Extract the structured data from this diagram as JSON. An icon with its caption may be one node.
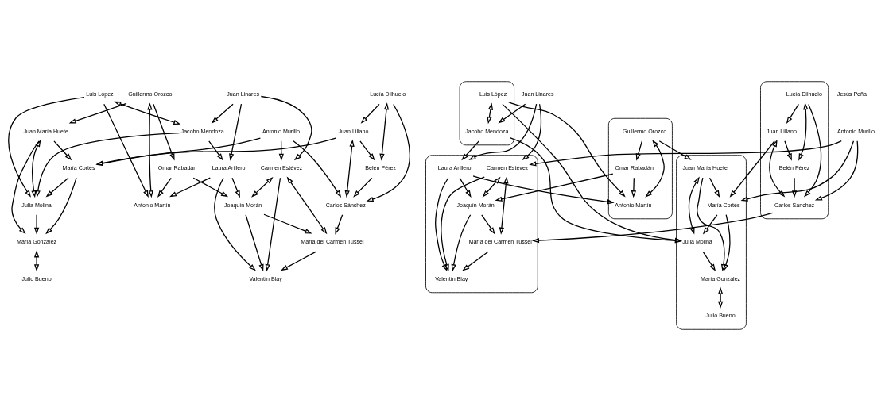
{
  "diagram": {
    "nodes": [
      {
        "text": [
          "Guillermo Orozco"
        ]
      },
      {
        "text": [
          "Juan María Huete"
        ]
      },
      {
        "text": [
          "Omar Rabadán"
        ]
      },
      {
        "text": [
          "Luis López"
        ]
      },
      {
        "text": [
          "María González"
        ]
      },
      {
        "text": [
          "Julia Molina"
        ]
      },
      {
        "text": [
          "Antonio Martín"
        ]
      },
      {
        "text": [
          "Jacobo Mendoza"
        ]
      },
      {
        "text": [
          "Julio Bueno"
        ]
      },
      {
        "text": [
          "María Cortés"
        ]
      },
      {
        "text": [
          "Laura Arillero"
        ]
      },
      {
        "text": [
          "Juan Linares"
        ]
      },
      {
        "text": [
          "Juan Lillano"
        ]
      },
      {
        "text": [
          "Antonio Murillo"
        ]
      },
      {
        "text": [
          "Carmen Estévez"
        ]
      },
      {
        "text": [
          "Valentín Blay"
        ]
      },
      {
        "text": [
          "Joaquín Morán"
        ]
      },
      {
        "text": [
          "Belén Pérez"
        ]
      },
      {
        "text": [
          "Carlos Sánchez"
        ]
      },
      {
        "text": [
          "Lucía Dilhuelo"
        ]
      },
      {
        "text": [
          "María del Carmen Tussel"
        ]
      },
      {
        "text": [],
        "shape": "ellipse"
      },
      {
        "text": [
          "Juan María Huete"
        ],
        "in": 21
      },
      {
        "text": [
          "María González"
        ],
        "in": 21
      },
      {
        "text": [
          "Julia Molina"
        ],
        "in": 21
      },
      {
        "text": [
          "Julio Bueno"
        ],
        "in": 21
      },
      {
        "text": [
          "María Cortés"
        ],
        "in": 21
      },
      {
        "text": [],
        "shape": "ellipse"
      },
      {
        "text": [
          "Luis López"
        ],
        "in": 27
      },
      {
        "text": [
          "Jacobo Mendoza"
        ],
        "in": 27
      },
      {
        "text": [],
        "shape": "ellipse"
      },
      {
        "text": [
          "Guillermo Orozco"
        ],
        "in": 30
      },
      {
        "text": [
          "Omar Rabadán"
        ],
        "in": 30
      },
      {
        "text": [
          "Antonio Martín"
        ],
        "in": 30
      },
      {
        "text": [],
        "shape": "ellipse"
      },
      {
        "text": [
          "Laura Arillero"
        ],
        "in": 34
      },
      {
        "text": [
          "Valentín Blay"
        ],
        "in": 34
      },
      {
        "text": [
          "Carmen Estévez"
        ],
        "in": 34
      },
      {
        "text": [
          "Joaquín Morán"
        ],
        "in": 34
      },
      {
        "text": [
          "María del Carmen Tussel"
        ],
        "in": 34
      },
      {
        "text": [
          "Juan Linares"
        ]
      },
      {
        "text": [
          "Antonio Murillo"
        ]
      },
      {
        "text": [],
        "shape": "ellipse"
      },
      {
        "text": [
          "Juan Lillano"
        ],
        "in": 42
      },
      {
        "text": [
          "Belén Pérez"
        ],
        "in": 42
      },
      {
        "text": [
          "Carlos Sánchez"
        ],
        "in": 42
      },
      {
        "text": [
          "Lucía Dilhuelo"
        ],
        "in": 42
      },
      {
        "text": [
          "Jesús Peña"
        ]
      }
    ],
    "edges": [
      {
        "from": 0,
        "to": 1,
        "arrow": "to"
      },
      {
        "from": 0,
        "to": 2,
        "arrow": "to"
      },
      {
        "from": 0,
        "to": 6,
        "arrow": "both"
      },
      {
        "from": 2,
        "to": 6,
        "arrow": "to"
      },
      {
        "from": 2,
        "to": 16,
        "arrow": "to"
      },
      {
        "from": 3,
        "to": 6,
        "arrow": "to"
      },
      {
        "from": 3,
        "to": 5,
        "arrow": "to"
      },
      {
        "from": 3,
        "to": 7,
        "arrow": "both"
      },
      {
        "from": 7,
        "to": 5,
        "arrow": "to"
      },
      {
        "from": 7,
        "to": 10,
        "arrow": "to"
      },
      {
        "from": 10,
        "to": 6,
        "arrow": "to"
      },
      {
        "from": 11,
        "to": 7,
        "arrow": "to"
      },
      {
        "from": 11,
        "to": 10,
        "arrow": "to"
      },
      {
        "from": 11,
        "to": 14,
        "arrow": "to"
      },
      {
        "from": 10,
        "to": 15,
        "arrow": "to"
      },
      {
        "from": 10,
        "to": 16,
        "arrow": "to"
      },
      {
        "from": 14,
        "to": 15,
        "arrow": "to"
      },
      {
        "from": 14,
        "to": 16,
        "arrow": "both"
      },
      {
        "from": 16,
        "to": 15,
        "arrow": "to"
      },
      {
        "from": 20,
        "to": 15,
        "arrow": "to"
      },
      {
        "from": 16,
        "to": 20,
        "arrow": "to"
      },
      {
        "from": 14,
        "to": 20,
        "arrow": "both"
      },
      {
        "from": 13,
        "to": 14,
        "arrow": "to"
      },
      {
        "from": 13,
        "to": 9,
        "arrow": "to"
      },
      {
        "from": 13,
        "to": 18,
        "arrow": "to"
      },
      {
        "from": 12,
        "to": 9,
        "arrow": "to"
      },
      {
        "from": 12,
        "to": 17,
        "arrow": "to"
      },
      {
        "from": 12,
        "to": 18,
        "arrow": "both"
      },
      {
        "from": 17,
        "to": 18,
        "arrow": "to"
      },
      {
        "from": 19,
        "to": 12,
        "arrow": "to"
      },
      {
        "from": 19,
        "to": 17,
        "arrow": "both"
      },
      {
        "from": 19,
        "to": 18,
        "arrow": "to"
      },
      {
        "from": 18,
        "to": 20,
        "arrow": "to"
      },
      {
        "from": 9,
        "to": 5,
        "arrow": "to"
      },
      {
        "from": 9,
        "to": 4,
        "arrow": "to"
      },
      {
        "from": 5,
        "to": 4,
        "arrow": "to"
      },
      {
        "from": 1,
        "to": 9,
        "arrow": "to"
      },
      {
        "from": 1,
        "to": 5,
        "arrow": "both"
      },
      {
        "from": 1,
        "to": 4,
        "arrow": "to"
      },
      {
        "from": 4,
        "to": 8,
        "arrow": "both"
      },
      {
        "from": 31,
        "to": 22,
        "arrow": "to"
      },
      {
        "from": 31,
        "to": 32,
        "arrow": "to"
      },
      {
        "from": 31,
        "to": 33,
        "arrow": "both"
      },
      {
        "from": 32,
        "to": 33,
        "arrow": "to"
      },
      {
        "from": 32,
        "to": 38,
        "arrow": "to"
      },
      {
        "from": 28,
        "to": 33,
        "arrow": "to"
      },
      {
        "from": 28,
        "to": 24,
        "arrow": "to"
      },
      {
        "from": 28,
        "to": 29,
        "arrow": "both"
      },
      {
        "from": 29,
        "to": 24,
        "arrow": "to"
      },
      {
        "from": 29,
        "to": 35,
        "arrow": "to"
      },
      {
        "from": 35,
        "to": 33,
        "arrow": "to"
      },
      {
        "from": 40,
        "to": 29,
        "arrow": "to"
      },
      {
        "from": 40,
        "to": 35,
        "arrow": "to"
      },
      {
        "from": 40,
        "to": 37,
        "arrow": "to"
      },
      {
        "from": 35,
        "to": 36,
        "arrow": "to"
      },
      {
        "from": 35,
        "to": 38,
        "arrow": "to"
      },
      {
        "from": 37,
        "to": 36,
        "arrow": "to"
      },
      {
        "from": 37,
        "to": 38,
        "arrow": "both"
      },
      {
        "from": 38,
        "to": 36,
        "arrow": "to"
      },
      {
        "from": 39,
        "to": 36,
        "arrow": "to"
      },
      {
        "from": 38,
        "to": 39,
        "arrow": "to"
      },
      {
        "from": 37,
        "to": 39,
        "arrow": "both"
      },
      {
        "from": 41,
        "to": 37,
        "arrow": "to"
      },
      {
        "from": 41,
        "to": 26,
        "arrow": "to"
      },
      {
        "from": 41,
        "to": 45,
        "arrow": "to"
      },
      {
        "from": 43,
        "to": 26,
        "arrow": "to"
      },
      {
        "from": 43,
        "to": 44,
        "arrow": "to"
      },
      {
        "from": 43,
        "to": 45,
        "arrow": "both"
      },
      {
        "from": 44,
        "to": 45,
        "arrow": "to"
      },
      {
        "from": 46,
        "to": 43,
        "arrow": "to"
      },
      {
        "from": 46,
        "to": 44,
        "arrow": "both"
      },
      {
        "from": 46,
        "to": 45,
        "arrow": "to"
      },
      {
        "from": 45,
        "to": 39,
        "arrow": "to"
      },
      {
        "from": 26,
        "to": 24,
        "arrow": "to"
      },
      {
        "from": 26,
        "to": 23,
        "arrow": "to"
      },
      {
        "from": 24,
        "to": 23,
        "arrow": "to"
      },
      {
        "from": 22,
        "to": 26,
        "arrow": "to"
      },
      {
        "from": 22,
        "to": 24,
        "arrow": "both"
      },
      {
        "from": 22,
        "to": 23,
        "arrow": "to"
      },
      {
        "from": 23,
        "to": 25,
        "arrow": "both"
      }
    ]
  }
}
